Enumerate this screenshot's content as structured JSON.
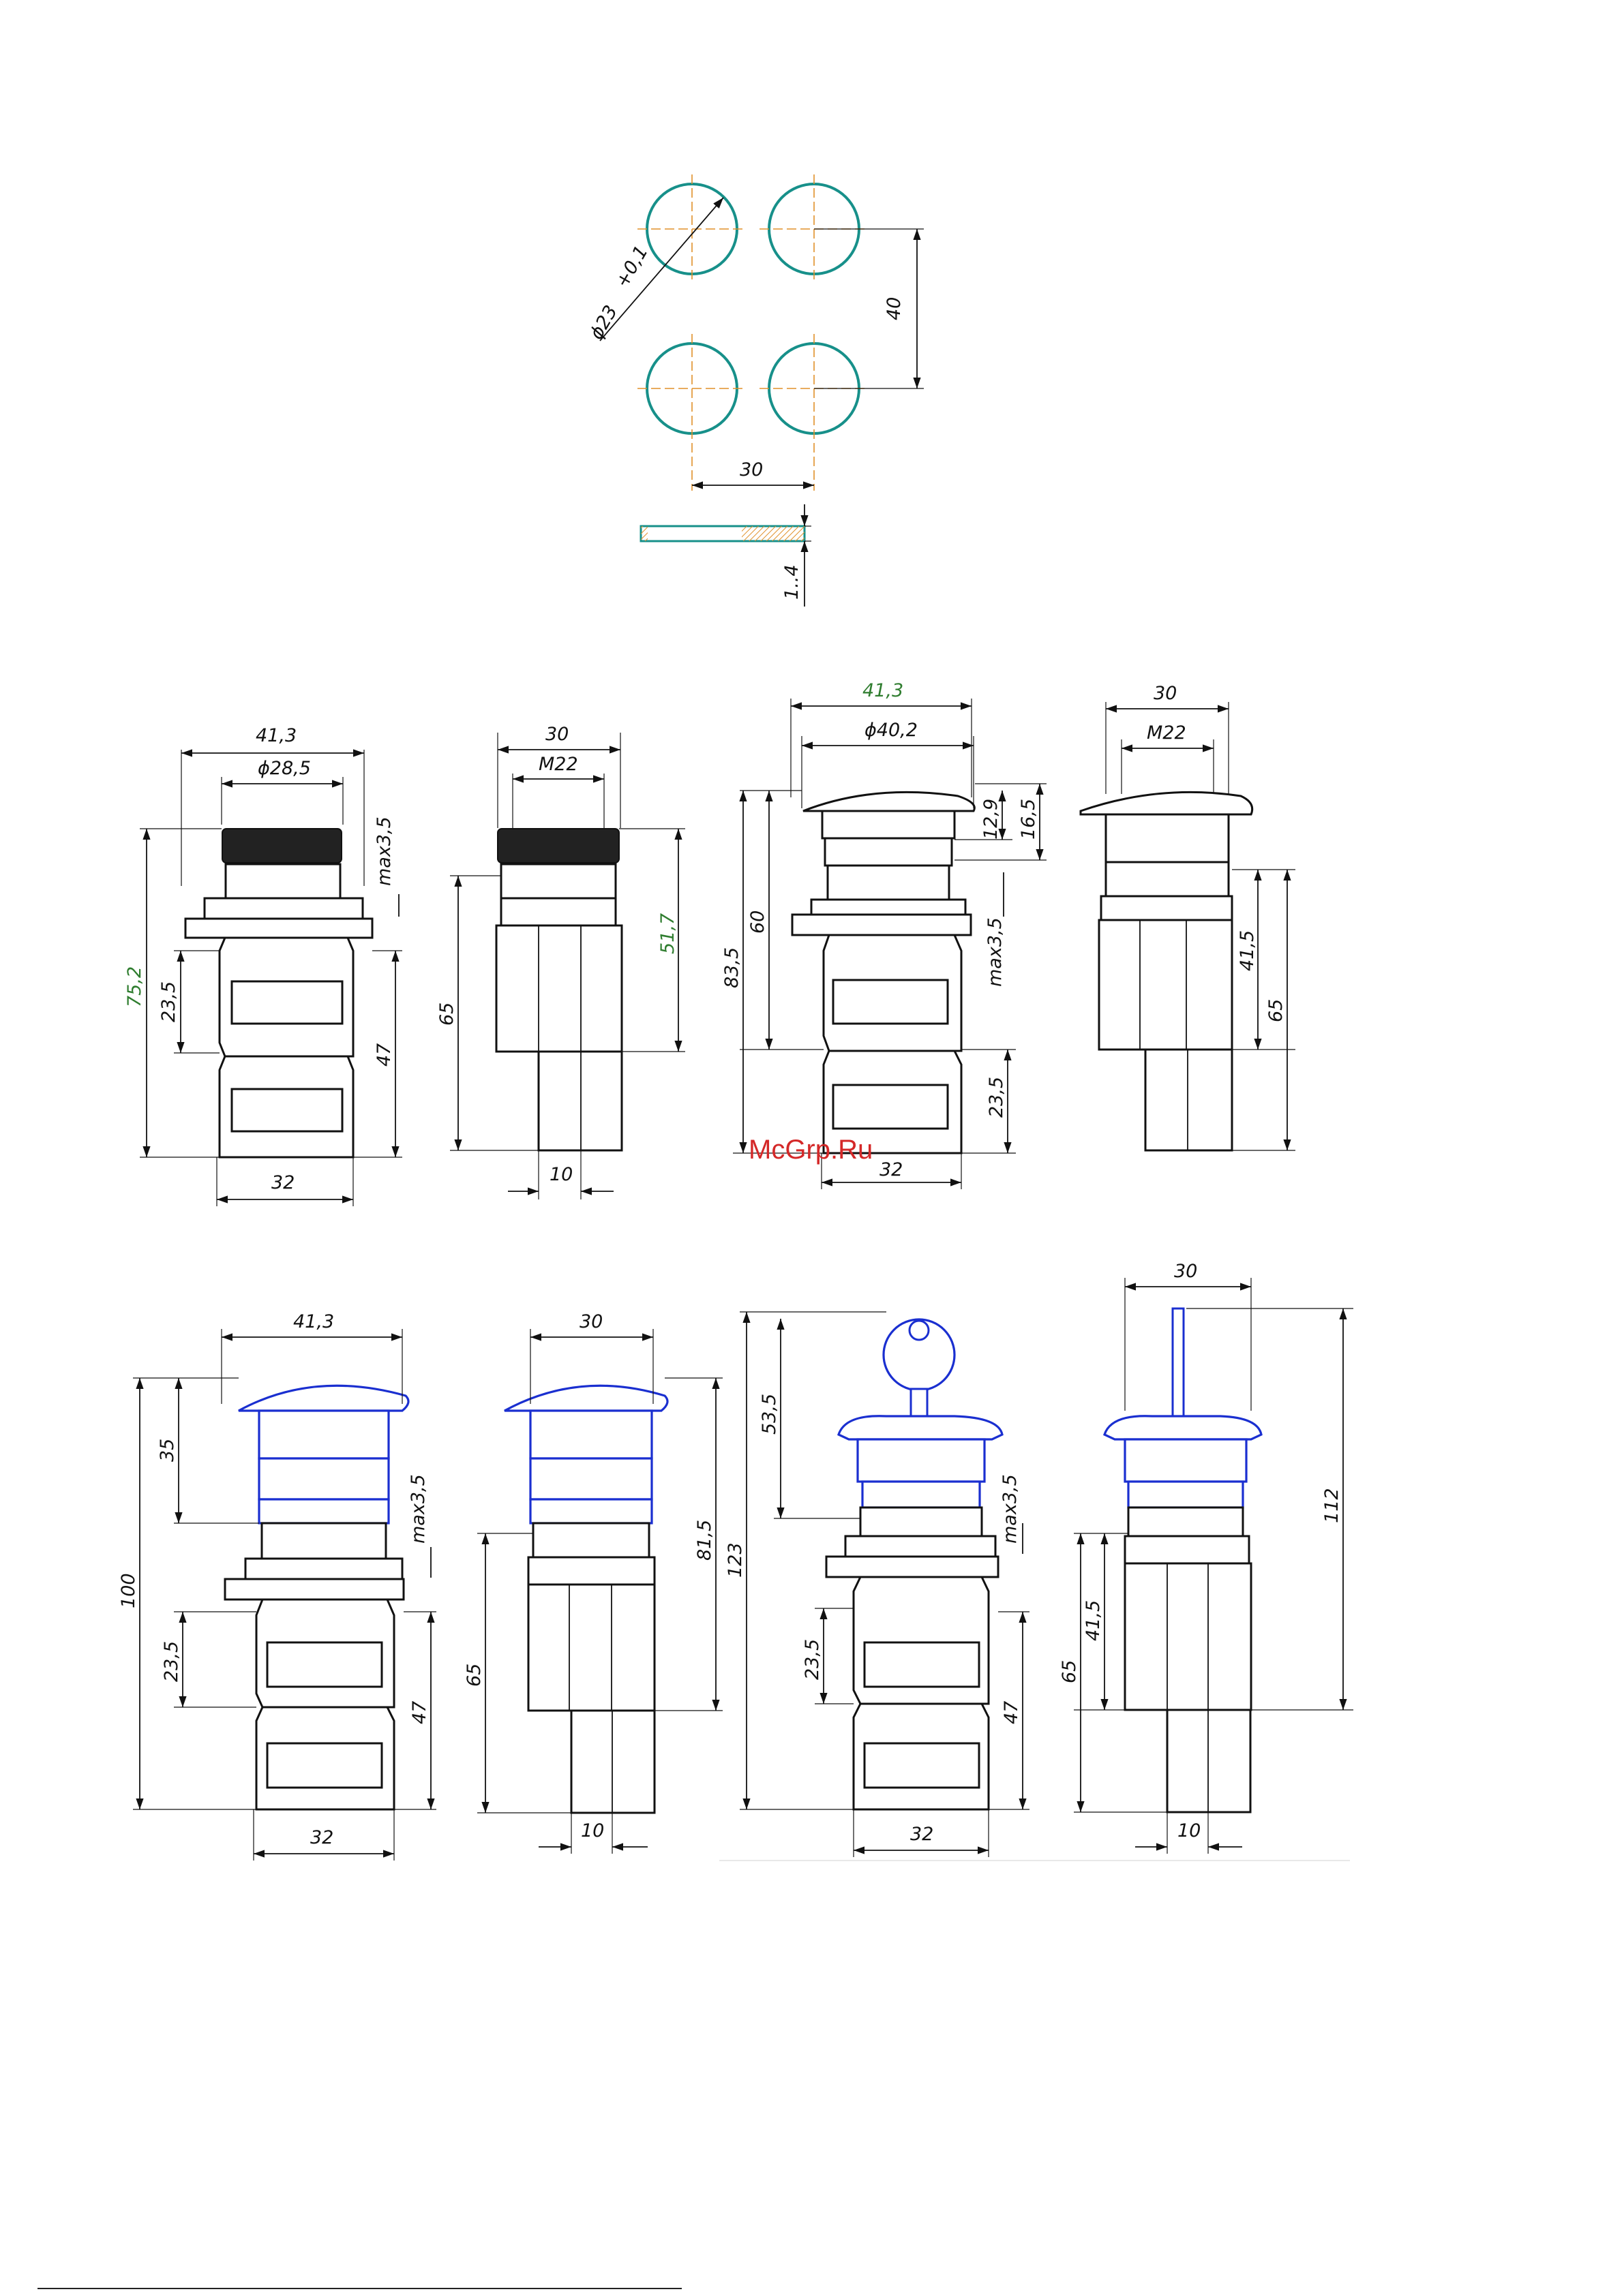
{
  "watermark": "McGrp.Ru",
  "panel_cutout": {
    "hole_diameter": "ϕ23",
    "hole_tolerance": "+0,1",
    "vertical_pitch": "40",
    "horizontal_pitch": "30",
    "plate_thickness": "1..4"
  },
  "row1": {
    "flat_button_front": {
      "width": "41,3",
      "bezel_diameter": "ϕ28,5",
      "max_plate": "max3,5",
      "total_height": "75,2",
      "upper_block": "23,5",
      "blocks_height": "47",
      "base_width": "32"
    },
    "flat_button_side": {
      "width": "30",
      "thread": "M22",
      "total_height": "51,7",
      "block_height": "65",
      "contact_width": "10"
    },
    "mushroom_front": {
      "width": "41,3",
      "cap_diameter": "ϕ40,2",
      "dim_a": "12,9",
      "dim_b": "16,5",
      "dim_c": "60",
      "total_height": "83,5",
      "max_plate": "max3,5",
      "lower_block": "23,5",
      "base_width": "32"
    },
    "mushroom_side": {
      "width": "30",
      "thread": "M22",
      "dim_a": "41,5",
      "dim_b": "65"
    }
  },
  "row2": {
    "emergency_front": {
      "width": "41,3",
      "cap_height": "35",
      "max_plate": "max3,5",
      "total_height": "100",
      "upper_block": "23,5",
      "blocks_height": "47",
      "base_width": "32"
    },
    "emergency_side": {
      "width": "30",
      "total_height": "81,5",
      "block_height": "65",
      "contact_width": "10"
    },
    "key_front": {
      "key_height": "53,5",
      "total_height": "123",
      "max_plate": "max3,5",
      "upper_block": "23,5",
      "blocks_height": "47",
      "base_width": "32"
    },
    "key_side": {
      "width": "30",
      "total_height": "112",
      "dim_a": "41,5",
      "dim_b": "65",
      "contact_width": "10"
    }
  }
}
